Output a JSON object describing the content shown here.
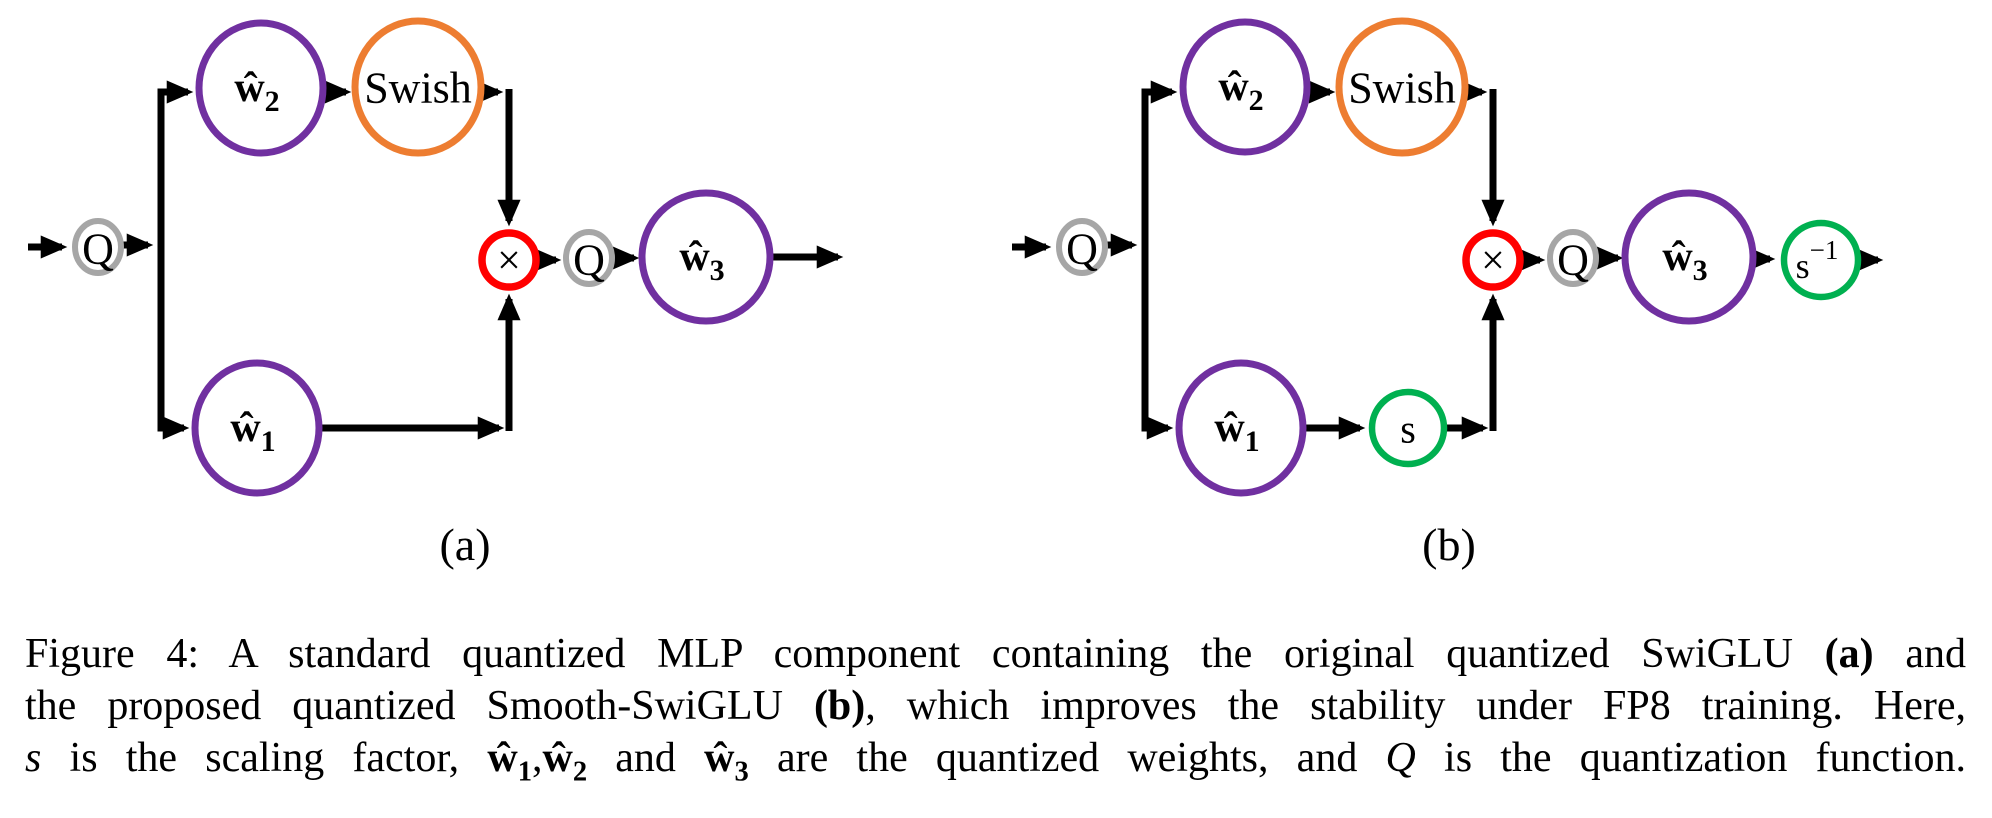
{
  "figure": {
    "colors": {
      "purple": "#7030A0",
      "orange": "#ED7D31",
      "red": "#FF0000",
      "gray": "#A6A6A6",
      "green": "#00B050",
      "black": "#000000"
    },
    "panel_a": {
      "label": "(a)",
      "nodes": {
        "q_in": "Q",
        "w2_base": "ŵ",
        "w2_sub": "2",
        "swish": "Swish",
        "w1_base": "ŵ",
        "w1_sub": "1",
        "mul": "×",
        "q_out": "Q",
        "w3_base": "ŵ",
        "w3_sub": "3"
      }
    },
    "panel_b": {
      "label": "(b)",
      "nodes": {
        "q_in": "Q",
        "w2_base": "ŵ",
        "w2_sub": "2",
        "swish": "Swish",
        "w1_base": "ŵ",
        "w1_sub": "1",
        "s": "s",
        "mul": "×",
        "q_out": "Q",
        "w3_base": "ŵ",
        "w3_sub": "3",
        "s_inv_base": "s",
        "s_inv_sup": "−1"
      }
    },
    "caption_lines": [
      [
        {
          "t": "Figure 4: A standard quantized MLP component containing the original quantized SwiGLU "
        },
        {
          "t": "(a)",
          "b": true
        },
        {
          "t": " and"
        }
      ],
      [
        {
          "t": "the proposed quantized Smooth-SwiGLU "
        },
        {
          "t": "(b)",
          "b": true
        },
        {
          "t": ", which improves the stability under FP8 training. Here,"
        }
      ],
      [
        {
          "t": "s",
          "i": true
        },
        {
          "t": " is the scaling factor, "
        },
        {
          "t": "ŵ",
          "b": true,
          "sub": "1"
        },
        {
          "t": ","
        },
        {
          "t": "ŵ",
          "b": true,
          "sub": "2"
        },
        {
          "t": " and "
        },
        {
          "t": "ŵ",
          "b": true,
          "sub": "3"
        },
        {
          "t": " are the quantized weights, and "
        },
        {
          "t": "Q",
          "i": true
        },
        {
          "t": " is the quantization function."
        }
      ]
    ]
  }
}
